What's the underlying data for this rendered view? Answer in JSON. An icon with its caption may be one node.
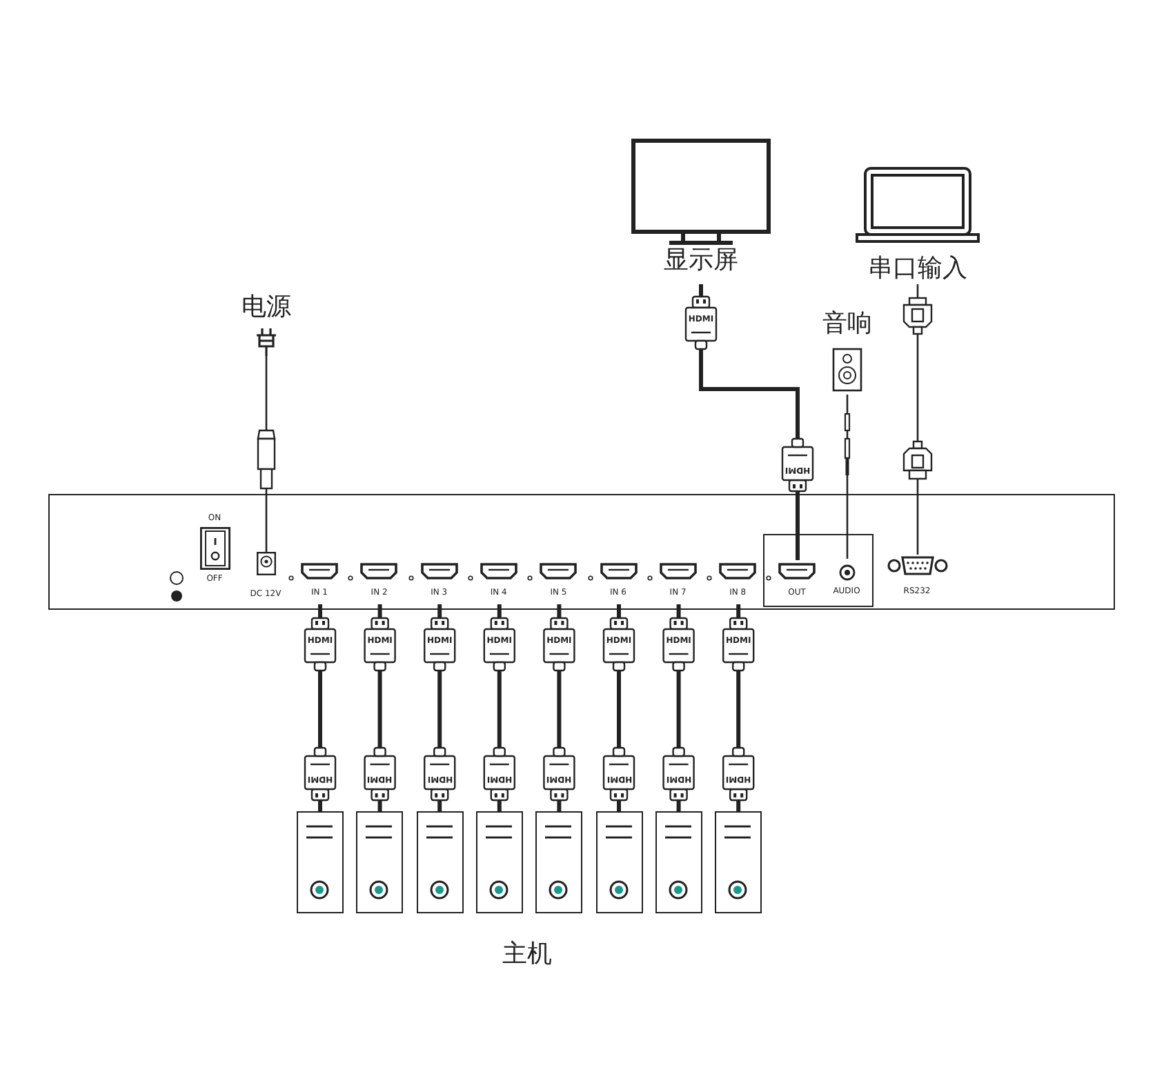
{
  "diagram": {
    "nodes": [
      {
        "text": [],
        "shape": "box"
      },
      {
        "text": [
          "ON",
          "OFF"
        ],
        "in": 0
      },
      {
        "text": [
          "DC 12V"
        ],
        "in": 0
      },
      {
        "text": [
          "IN 1"
        ],
        "in": 0
      },
      {
        "text": [
          "IN 2"
        ],
        "in": 0
      },
      {
        "text": [
          "IN 3"
        ],
        "in": 0
      },
      {
        "text": [
          "IN 4"
        ],
        "in": 0
      },
      {
        "text": [
          "IN 5"
        ],
        "in": 0
      },
      {
        "text": [
          "IN 6"
        ],
        "in": 0
      },
      {
        "text": [
          "IN 7"
        ],
        "in": 0
      },
      {
        "text": [
          "IN 8"
        ],
        "in": 0
      },
      {
        "text": [],
        "shape": "box",
        "in": 0
      },
      {
        "text": [
          "OUT"
        ],
        "in": 11
      },
      {
        "text": [
          "AUDIO"
        ],
        "in": 11
      },
      {
        "text": [
          "RS232"
        ],
        "in": 0
      },
      {
        "text": [
          "电源"
        ]
      },
      {
        "text": [
          "显示屏"
        ]
      },
      {
        "text": [
          "音响"
        ]
      },
      {
        "text": [
          "串口输入"
        ]
      },
      {
        "text": [],
        "shape": "box"
      },
      {
        "text": [],
        "shape": "box"
      },
      {
        "text": [],
        "shape": "box"
      },
      {
        "text": [],
        "shape": "box"
      },
      {
        "text": [],
        "shape": "box"
      },
      {
        "text": [],
        "shape": "box"
      },
      {
        "text": [],
        "shape": "box"
      },
      {
        "text": [],
        "shape": "box"
      }
    ],
    "edges": [
      {
        "from": 15,
        "to": 2,
        "arrow": "none"
      },
      {
        "from": 16,
        "to": 12,
        "arrow": "none"
      },
      {
        "from": 17,
        "to": 13,
        "arrow": "none"
      },
      {
        "from": 18,
        "to": 14,
        "arrow": "none"
      },
      {
        "from": 19,
        "to": 3,
        "arrow": "none"
      },
      {
        "from": 20,
        "to": 4,
        "arrow": "none"
      },
      {
        "from": 21,
        "to": 5,
        "arrow": "none"
      },
      {
        "from": 22,
        "to": 6,
        "arrow": "none"
      },
      {
        "from": 23,
        "to": 7,
        "arrow": "none"
      },
      {
        "from": 24,
        "to": 8,
        "arrow": "none"
      },
      {
        "from": 25,
        "to": 9,
        "arrow": "none"
      },
      {
        "from": 26,
        "to": 10,
        "arrow": "none"
      }
    ],
    "labels": [
      "HDMI",
      "HDMI",
      "HDMI",
      "HDMI",
      "HDMI",
      "HDMI",
      "HDMI",
      "HDMI",
      "HDMI",
      "HDMI",
      "HDMI",
      "HDMI",
      "HDMI",
      "HDMI",
      "HDMI",
      "HDMI",
      "HDMI",
      "HDMI",
      "主机"
    ]
  }
}
